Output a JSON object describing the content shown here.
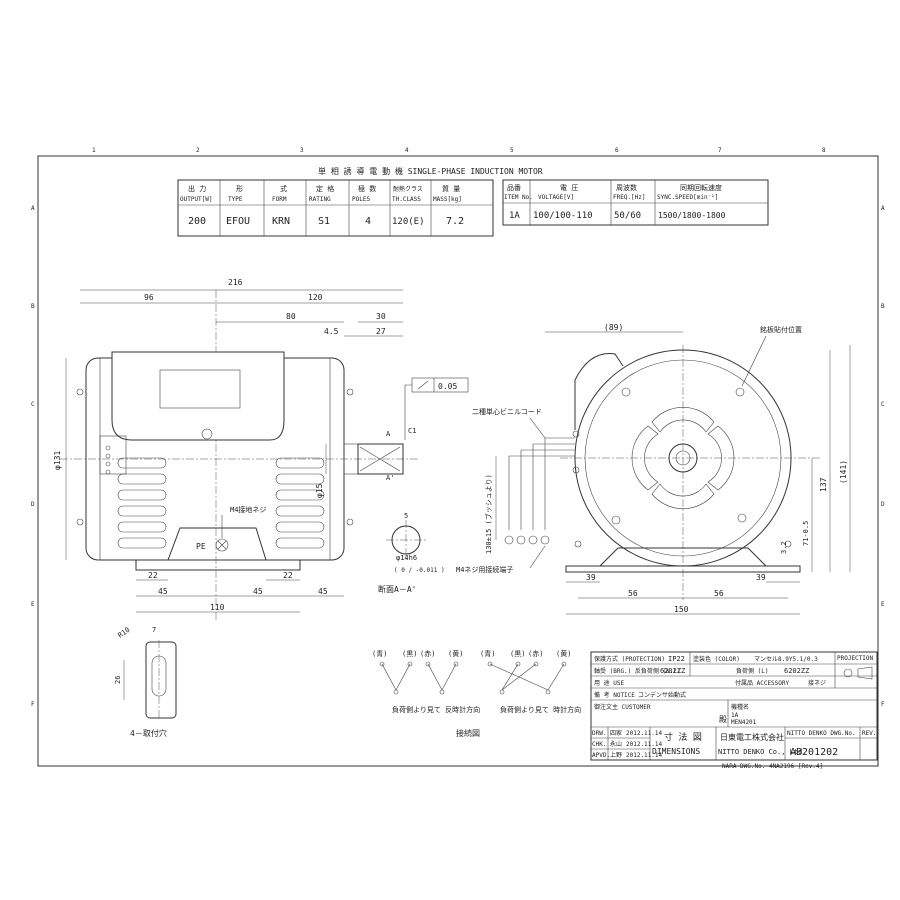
{
  "title": "単 相 誘 導 電 動 機 SINGLE-PHASE INDUCTION MOTOR",
  "grid": {
    "cols": [
      "1",
      "2",
      "3",
      "4",
      "5",
      "6",
      "7",
      "8"
    ],
    "rows": [
      "A",
      "B",
      "C",
      "D",
      "E",
      "F"
    ]
  },
  "spec_table": {
    "headers": [
      {
        "jp": "出 力",
        "en": "OUTPUT[W]"
      },
      {
        "jp": "形",
        "en": "TYPE"
      },
      {
        "jp": "式",
        "en": "FORM"
      },
      {
        "jp": "定 格",
        "en": "RATING"
      },
      {
        "jp": "極 数",
        "en": "POLES"
      },
      {
        "jp": "耐熱クラス",
        "en": "TH.CLASS"
      },
      {
        "jp": "質 量",
        "en": "MASS[kg]"
      }
    ],
    "values": [
      "200",
      "EFOU",
      "KRN",
      "S1",
      "4",
      "120(E)",
      "7.2"
    ]
  },
  "elec_table": {
    "headers": [
      {
        "jp": "品番",
        "en": "ITEM No."
      },
      {
        "jp": "電 圧",
        "en": "VOLTAGE[V]"
      },
      {
        "jp": "周波数",
        "en": "FREQ.[Hz]"
      },
      {
        "jp": "同期回転速度",
        "en": "SYNC.SPEED[min⁻¹]"
      }
    ],
    "values": [
      "1A",
      "100/100-110",
      "50/60",
      "1500/1800-1800"
    ]
  },
  "dims": {
    "d216": "216",
    "d96": "96",
    "d120": "120",
    "d80": "80",
    "d45a": "4.5",
    "d27": "27",
    "d30": "30",
    "d131": "φ131",
    "d15": "φ15",
    "d22a": "22",
    "d22b": "22",
    "d45b": "45",
    "d45c": "45",
    "d45d": "45",
    "d110": "110",
    "d89": "(89)",
    "d137": "137",
    "d141": "(141)",
    "d71": "71-0.5",
    "d32": "3.2",
    "d39a": "39",
    "d39b": "39",
    "d56a": "56",
    "d56b": "56",
    "d150": "150",
    "d130": "130±15 (ブッシュより)",
    "d14": "φ14h6",
    "d14tol": "( 0 / -0.011 )",
    "d5": "5",
    "d05": "0.05",
    "c1": "C1",
    "r10": "R10",
    "d7": "7",
    "d26": "26"
  },
  "labels": {
    "earth_screw": "M4接地ネジ",
    "pe": "PE",
    "nameplate": "銘板貼付位置",
    "vinyl_cord": "二種単心ビニルコード",
    "terminal": "M4ネジ用接続端子",
    "section": "断面A－A'",
    "mount_hole": "4－取付穴",
    "wiring": "接続図",
    "ccw": "負荷側より見て 反時計方向",
    "cw": "負荷側より見て 時計方向",
    "wire_colors": [
      "(青)",
      "(黒)",
      "(赤)",
      "(黄)"
    ],
    "a": "A",
    "a2": "A'"
  },
  "title_block": {
    "protection_label": "保護方式 (PROTECTION)",
    "protection": "IP22",
    "color_label": "塗装色 (COLOR)",
    "color": "マンセル8.9Y5.1/0.3",
    "projection": "PROJECTION",
    "bearing_label": "軸受 (BRG.) 反負荷側 (N.L)",
    "bearing_nl": "6202ZZ",
    "load_side_label": "負荷側 (L)",
    "bearing_l": "6202ZZ",
    "use_label": "用 途 USE",
    "accessory_label": "付属品 ACCESSORY",
    "accessory": "接ネジ",
    "notice_label": "備 考 NOTICE",
    "notice": "コンデンサ始動式",
    "customer_label": "御注文主 CUSTOMER",
    "model_label": "機種名",
    "model_lines": [
      "1A",
      "MEN4201"
    ],
    "sama": "殿",
    "drw_rows": [
      {
        "role": "DRW.",
        "name": "四家",
        "date": "2012.11.14"
      },
      {
        "role": "CHK.",
        "name": "永山",
        "date": "2012.11.14"
      },
      {
        "role": "APVD.",
        "name": "上野",
        "date": "2012.11.14"
      }
    ],
    "dim_jp": "寸 法 図",
    "dim_en": "DIMENSIONS",
    "company_jp": "日東電工株式会社",
    "company_en": "NITTO DENKO Co., Ltd.",
    "dwg_label": "NITTO DENKO DWG.No.",
    "rev_label": "REV.",
    "dwg_no": "AB201202",
    "nara_dwg": "NARA DWG.No. 4NA2196 [Rev.4]"
  }
}
